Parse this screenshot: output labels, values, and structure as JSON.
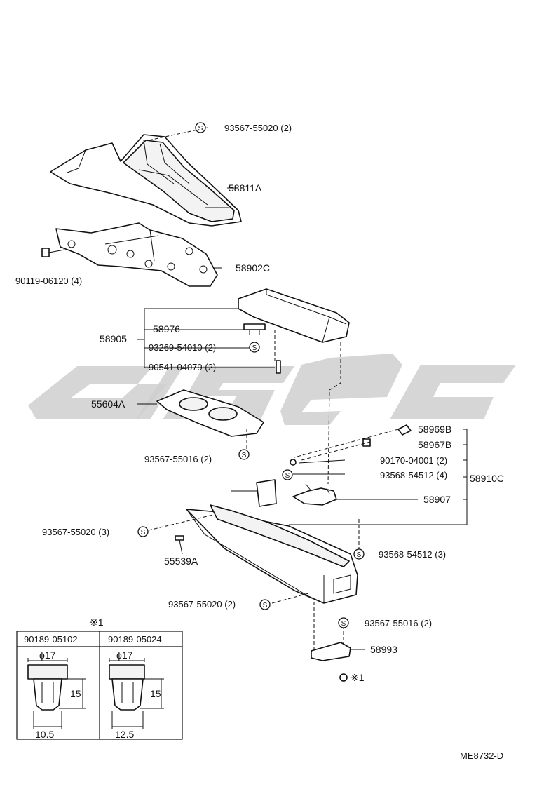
{
  "labels": {
    "p93567_55020_top": "93567-55020 (2)",
    "p58811A": "58811A",
    "p58902C": "58902C",
    "p90119_06120": "90119-06120 (4)",
    "p58905": "58905",
    "p58976": "58976",
    "p93269_54010": "93269-54010 (2)",
    "p90541_04079": "90541-04079 (2)",
    "p55604A": "55604A",
    "p93567_55016_mid": "93567-55016 (2)",
    "p58969B": "58969B",
    "p58967B": "58967B",
    "p90170_04001": "90170-04001 (2)",
    "p93568_54512_4": "93568-54512 (4)",
    "p58910C": "58910C",
    "p58907": "58907",
    "p93567_55020_3": "93567-55020 (3)",
    "p55539A": "55539A",
    "p93568_54512_3": "93568-54512 (3)",
    "p93567_55020_bot": "93567-55020 (2)",
    "p93567_55016_low": "93567-55016 (2)",
    "p58993": "58993",
    "p_x1": "※1",
    "diagram_code": "ME8732-D"
  },
  "symbol_letter": "S",
  "detail_table": {
    "title": "※1",
    "col1_part": "90189-05102",
    "col2_part": "90189-05024",
    "col1_dia": "ϕ17",
    "col2_dia": "ϕ17",
    "col1_height": "15",
    "col2_height": "15",
    "col1_width": "10.5",
    "col2_width": "12.5"
  }
}
